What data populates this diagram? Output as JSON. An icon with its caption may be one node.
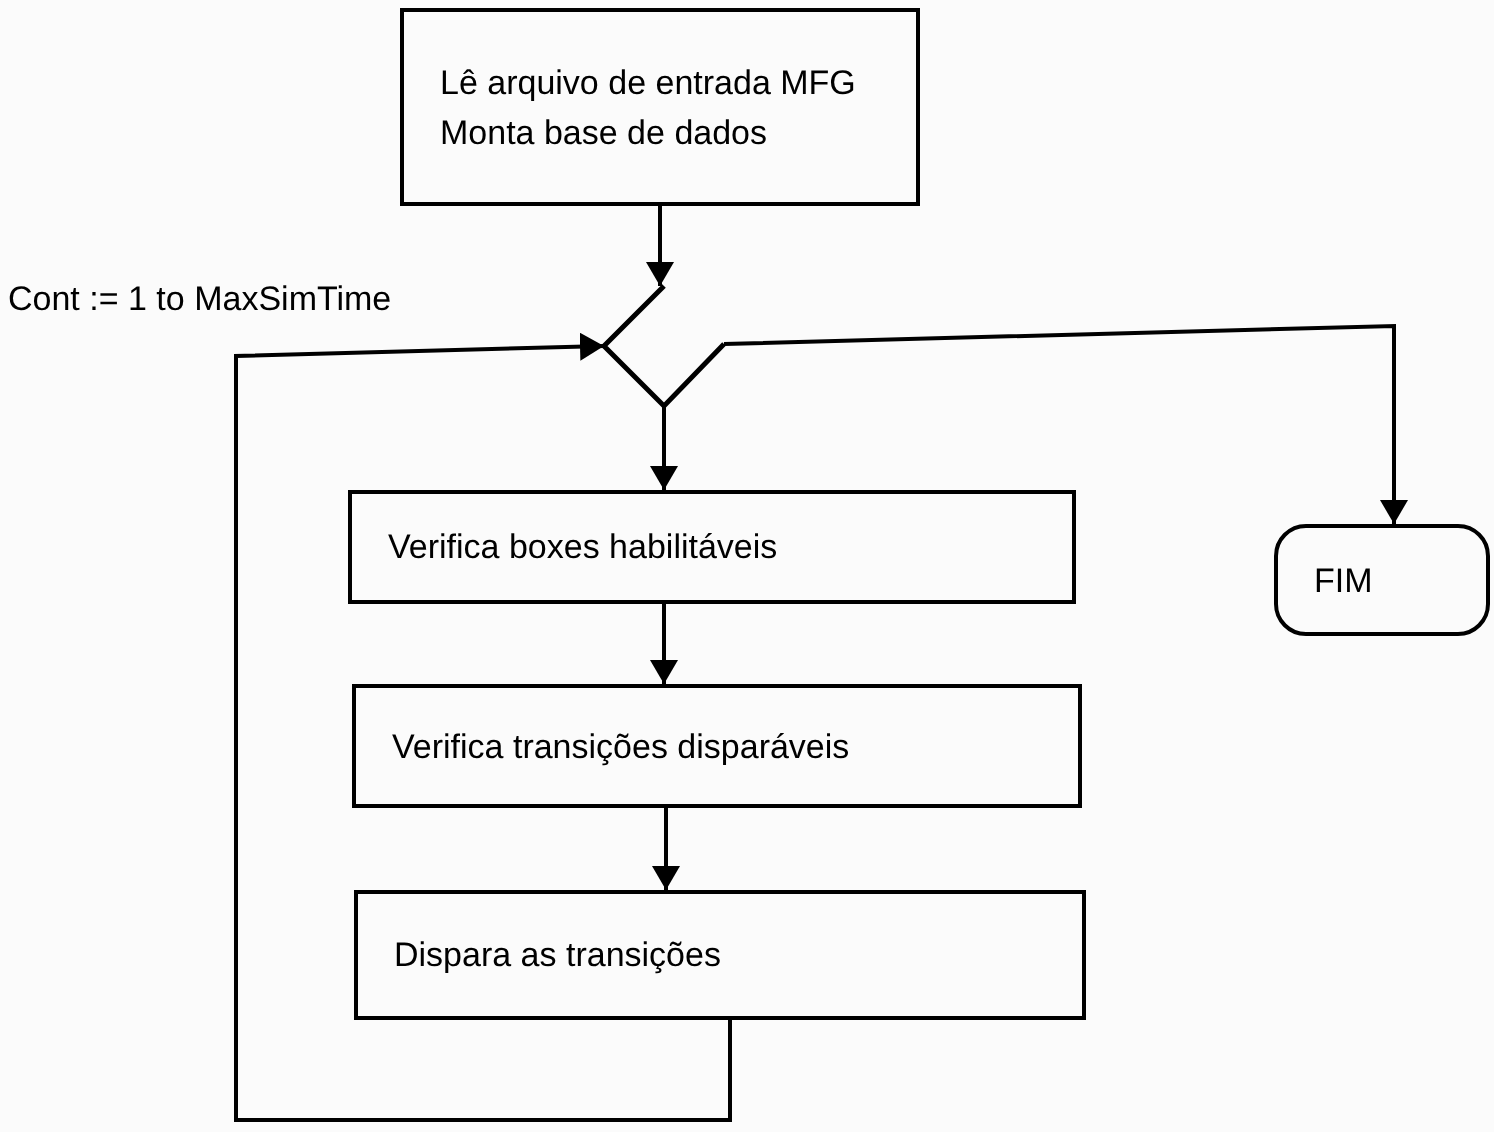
{
  "diagram": {
    "labels": [
      "Cont := 1 to MaxSimTime"
    ],
    "nodes": [
      {
        "text": [
          "Lê arquivo de entrada MFG",
          "Monta base de dados"
        ]
      },
      {
        "text": [],
        "shape": "chevron"
      },
      {
        "text": [
          "Verifica boxes habilitáveis"
        ]
      },
      {
        "text": [
          "Verifica transições disparáveis"
        ]
      },
      {
        "text": [
          "Dispara as transições"
        ]
      },
      {
        "text": [
          "FIM"
        ]
      }
    ],
    "edges": [
      {
        "from": 0,
        "to": 1,
        "arrow": "to"
      },
      {
        "from": 1,
        "to": 2,
        "arrow": "to"
      },
      {
        "from": 2,
        "to": 3,
        "arrow": "to"
      },
      {
        "from": 3,
        "to": 4,
        "arrow": "to"
      },
      {
        "from": 4,
        "to": 1,
        "arrow": "to"
      },
      {
        "from": 1,
        "to": 5,
        "arrow": "to"
      }
    ]
  }
}
